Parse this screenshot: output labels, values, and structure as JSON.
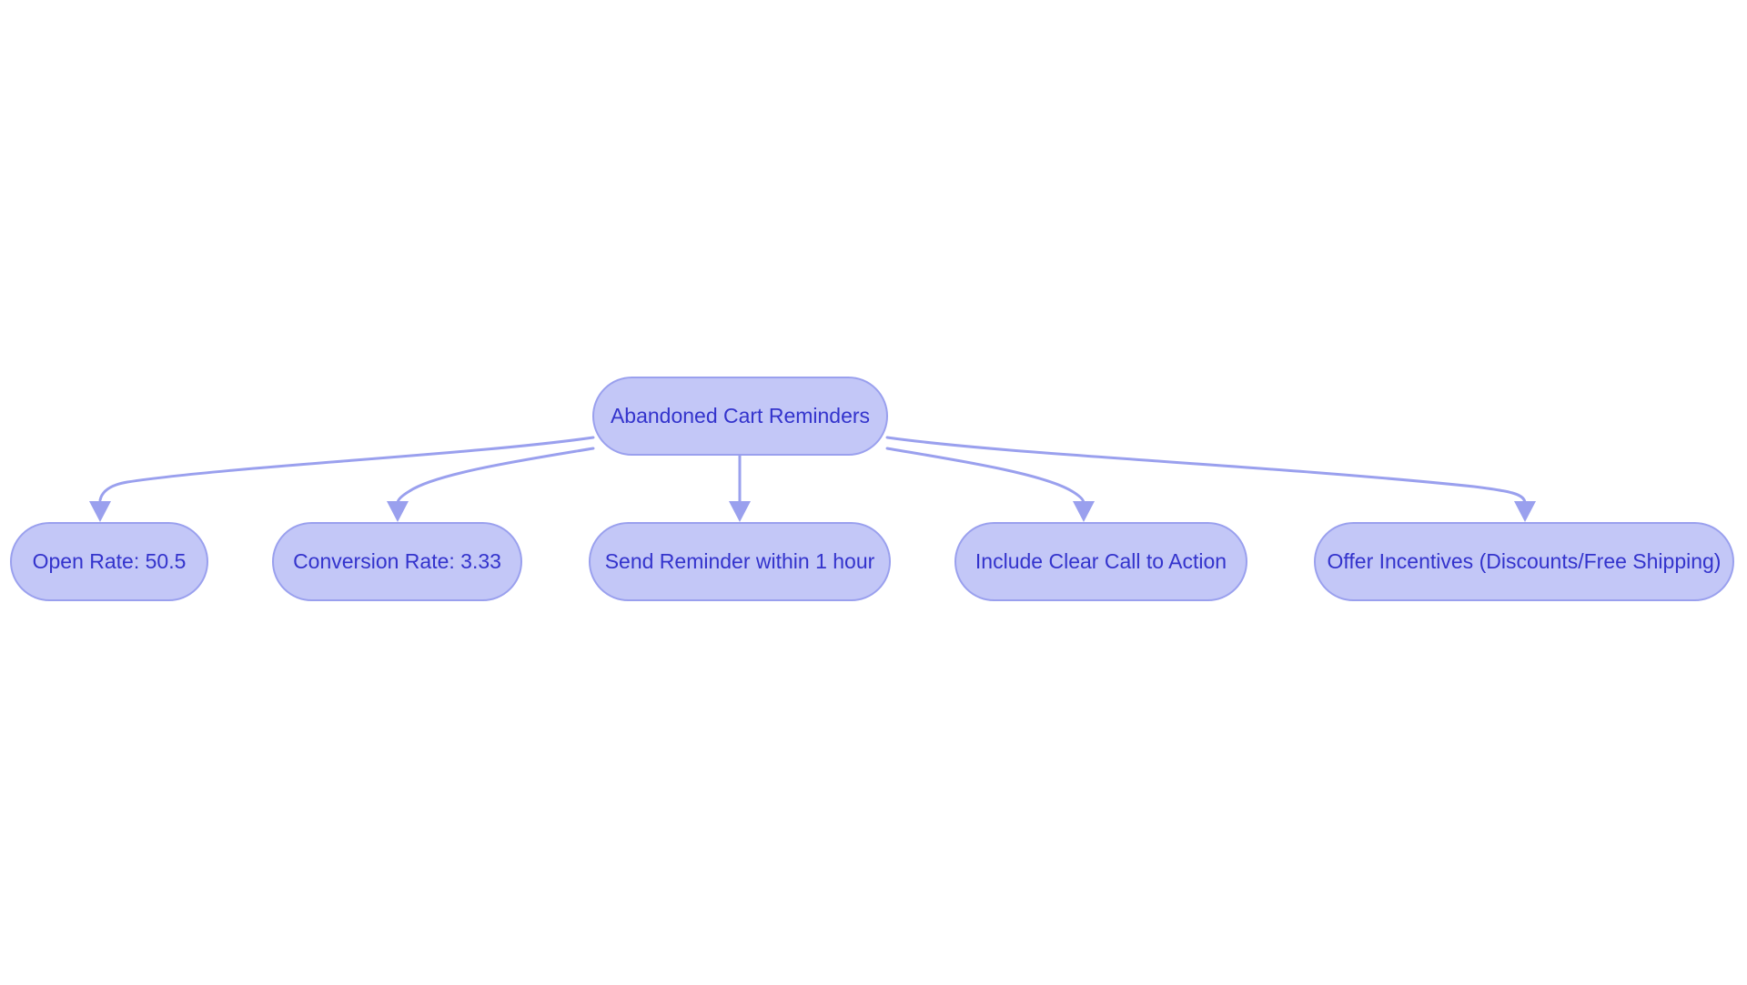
{
  "diagram": {
    "type": "flowchart",
    "orientation": "top-down",
    "background_color": "#ffffff",
    "node_fill_color": "#c3c7f7",
    "node_border_color": "#9aa0ee",
    "node_text_color": "#3333cc",
    "edge_color": "#9aa0ee",
    "root": {
      "id": "abandoned-cart-reminders",
      "label": "Abandoned Cart Reminders"
    },
    "nodes": [
      {
        "id": "open-rate",
        "label": "Open Rate: 50.5"
      },
      {
        "id": "conversion-rate",
        "label": "Conversion Rate: 3.33"
      },
      {
        "id": "send-reminder",
        "label": "Send Reminder within 1 hour"
      },
      {
        "id": "clear-call-to-action",
        "label": "Include Clear Call to Action"
      },
      {
        "id": "offer-incentives",
        "label": "Offer Incentives (Discounts/Free Shipping)"
      }
    ],
    "edges": [
      {
        "from": "abandoned-cart-reminders",
        "to": "open-rate"
      },
      {
        "from": "abandoned-cart-reminders",
        "to": "conversion-rate"
      },
      {
        "from": "abandoned-cart-reminders",
        "to": "send-reminder"
      },
      {
        "from": "abandoned-cart-reminders",
        "to": "clear-call-to-action"
      },
      {
        "from": "abandoned-cart-reminders",
        "to": "offer-incentives"
      }
    ]
  }
}
